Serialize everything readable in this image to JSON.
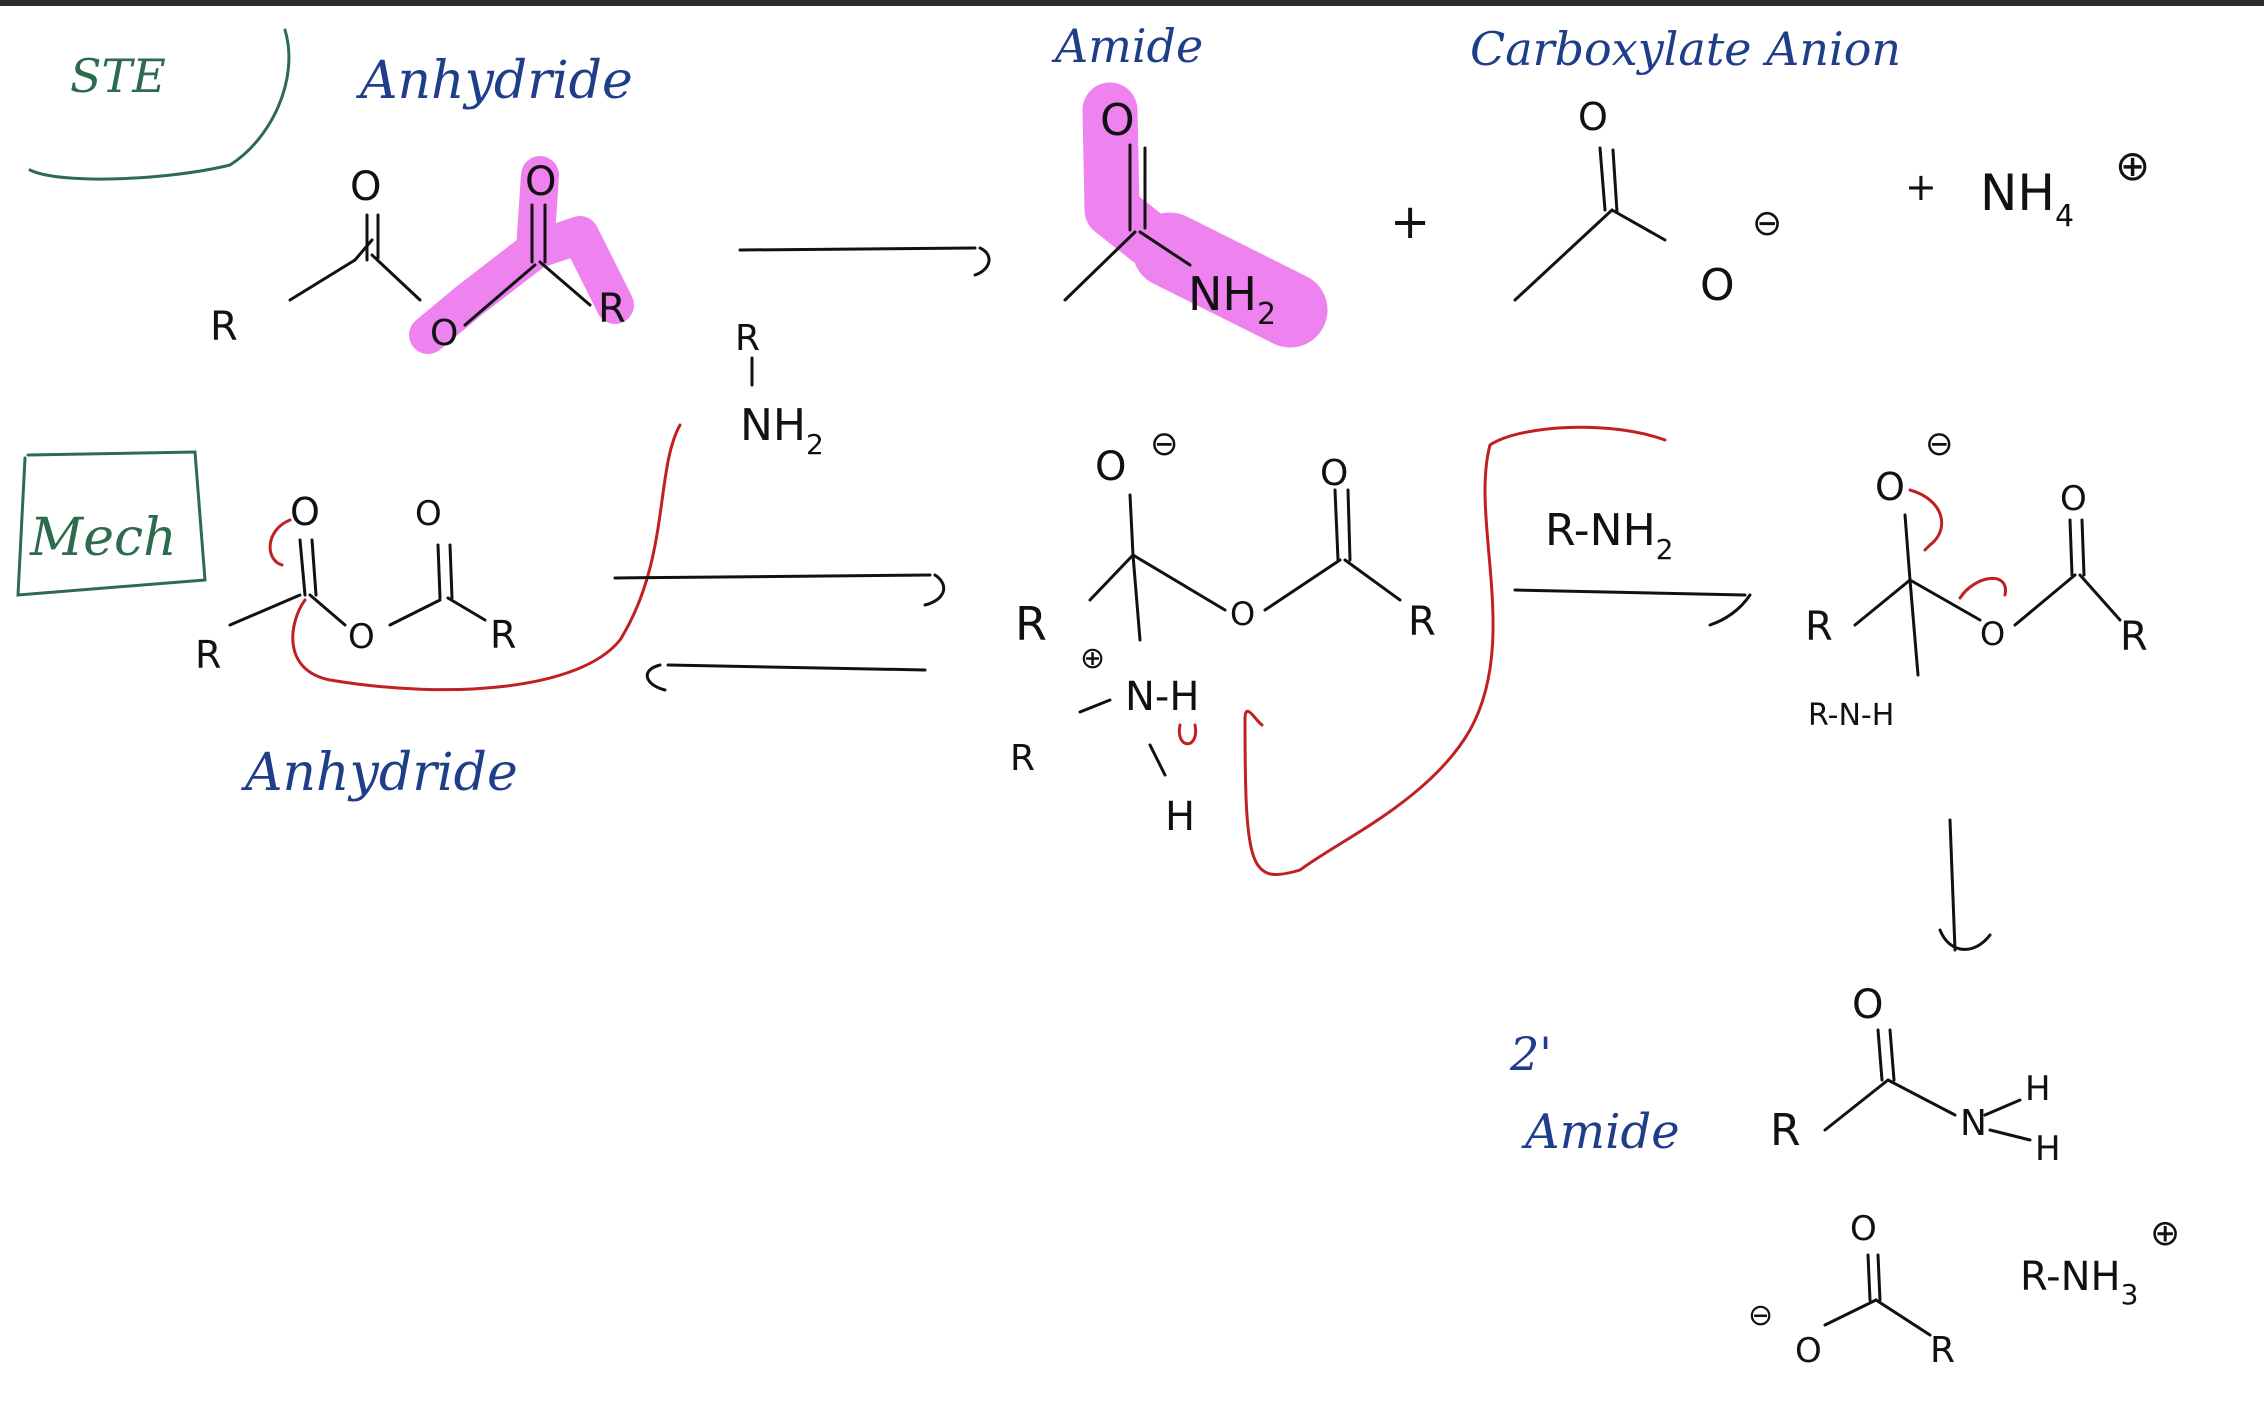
{
  "labels": {
    "ste": "STE",
    "anhydride_top": "Anhydride",
    "amide_top": "Amide",
    "carboxylate": "Carboxylate Anion",
    "mech": "Mech",
    "anhydride_bottom": "Anhydride",
    "secondary": "2'",
    "amide_bottom": "Amide"
  },
  "atoms": {
    "R": "R",
    "O": "O",
    "NH2": "NH",
    "sub2": "2",
    "NH4": "NH",
    "sub4": "4",
    "plus": "+",
    "charge_neg": "⊖",
    "charge_pos": "⊕",
    "R_NH2": "R-NH",
    "N_H": "N-H",
    "H": "H",
    "R_N_H": "R-N-H",
    "N": "N",
    "R_NH3": "R-NH",
    "sub3": "3",
    "lone_pair": ":"
  },
  "colors": {
    "ink": "#111111",
    "blue_label": "#1f3e8a",
    "green_label": "#2d6b4e",
    "arrow_red": "#c02020",
    "highlight": "#ee82ee"
  }
}
